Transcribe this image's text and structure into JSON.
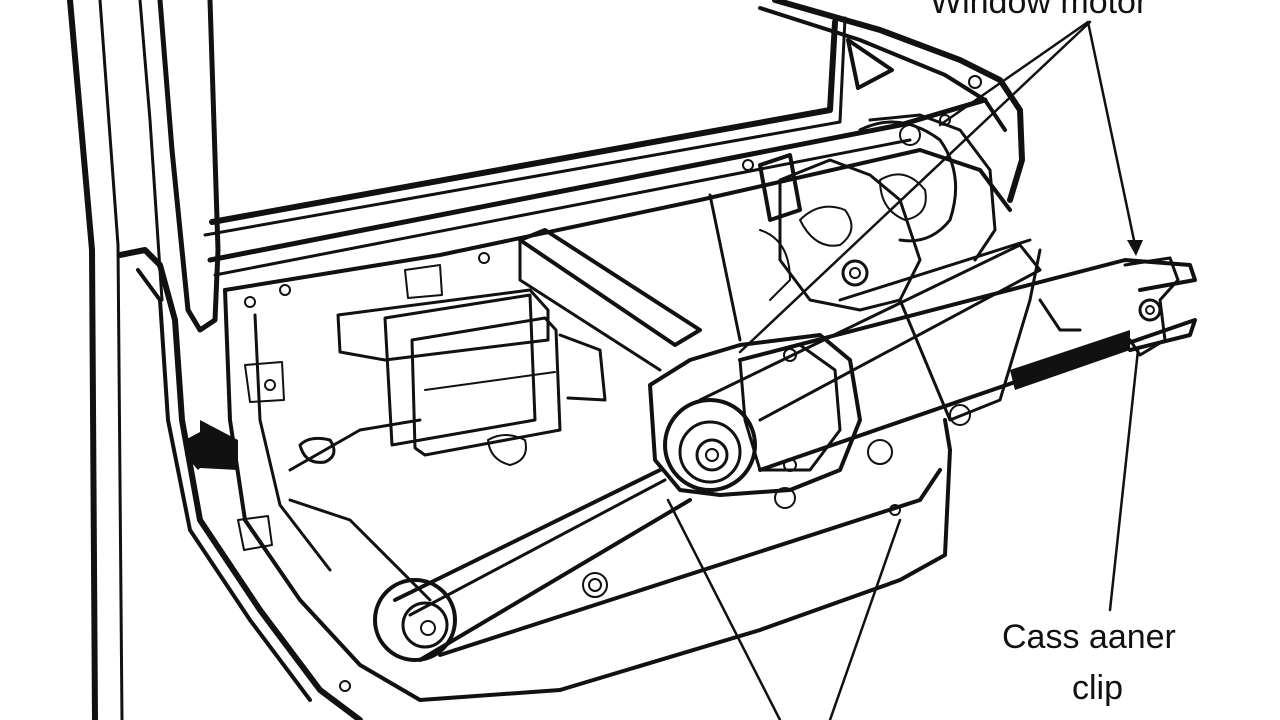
{
  "labels": {
    "window_motor": "Window motor",
    "cable_carrier_clip_line1": "Cass aaner",
    "cable_carrier_clip_line2": "clip"
  },
  "colors": {
    "line": "#111111",
    "background": "#ffffff"
  }
}
